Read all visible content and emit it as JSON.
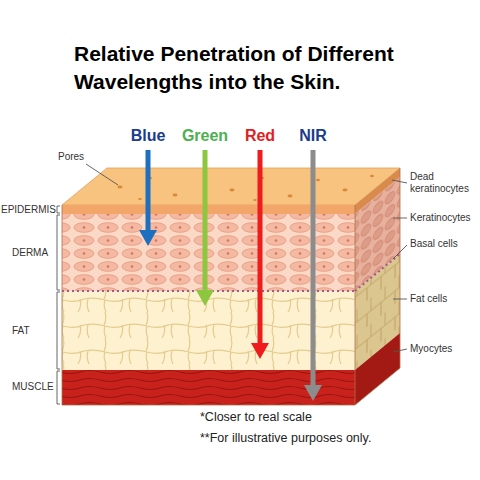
{
  "diagram": {
    "title": "Relative Penetration of Different Wavelengths into the Skin.",
    "labels": [
      "Blue",
      "Green",
      "Red",
      "NIR",
      "Pores",
      "Dead keratinocytes",
      "Keratinocytes",
      "Basal cells",
      "Fat cells",
      "Myocytes",
      "EPIDERMIS",
      "DERMA",
      "FAT",
      "MUSCLE",
      "*Closer to real scale",
      "**For illustrative purposes only."
    ]
  }
}
